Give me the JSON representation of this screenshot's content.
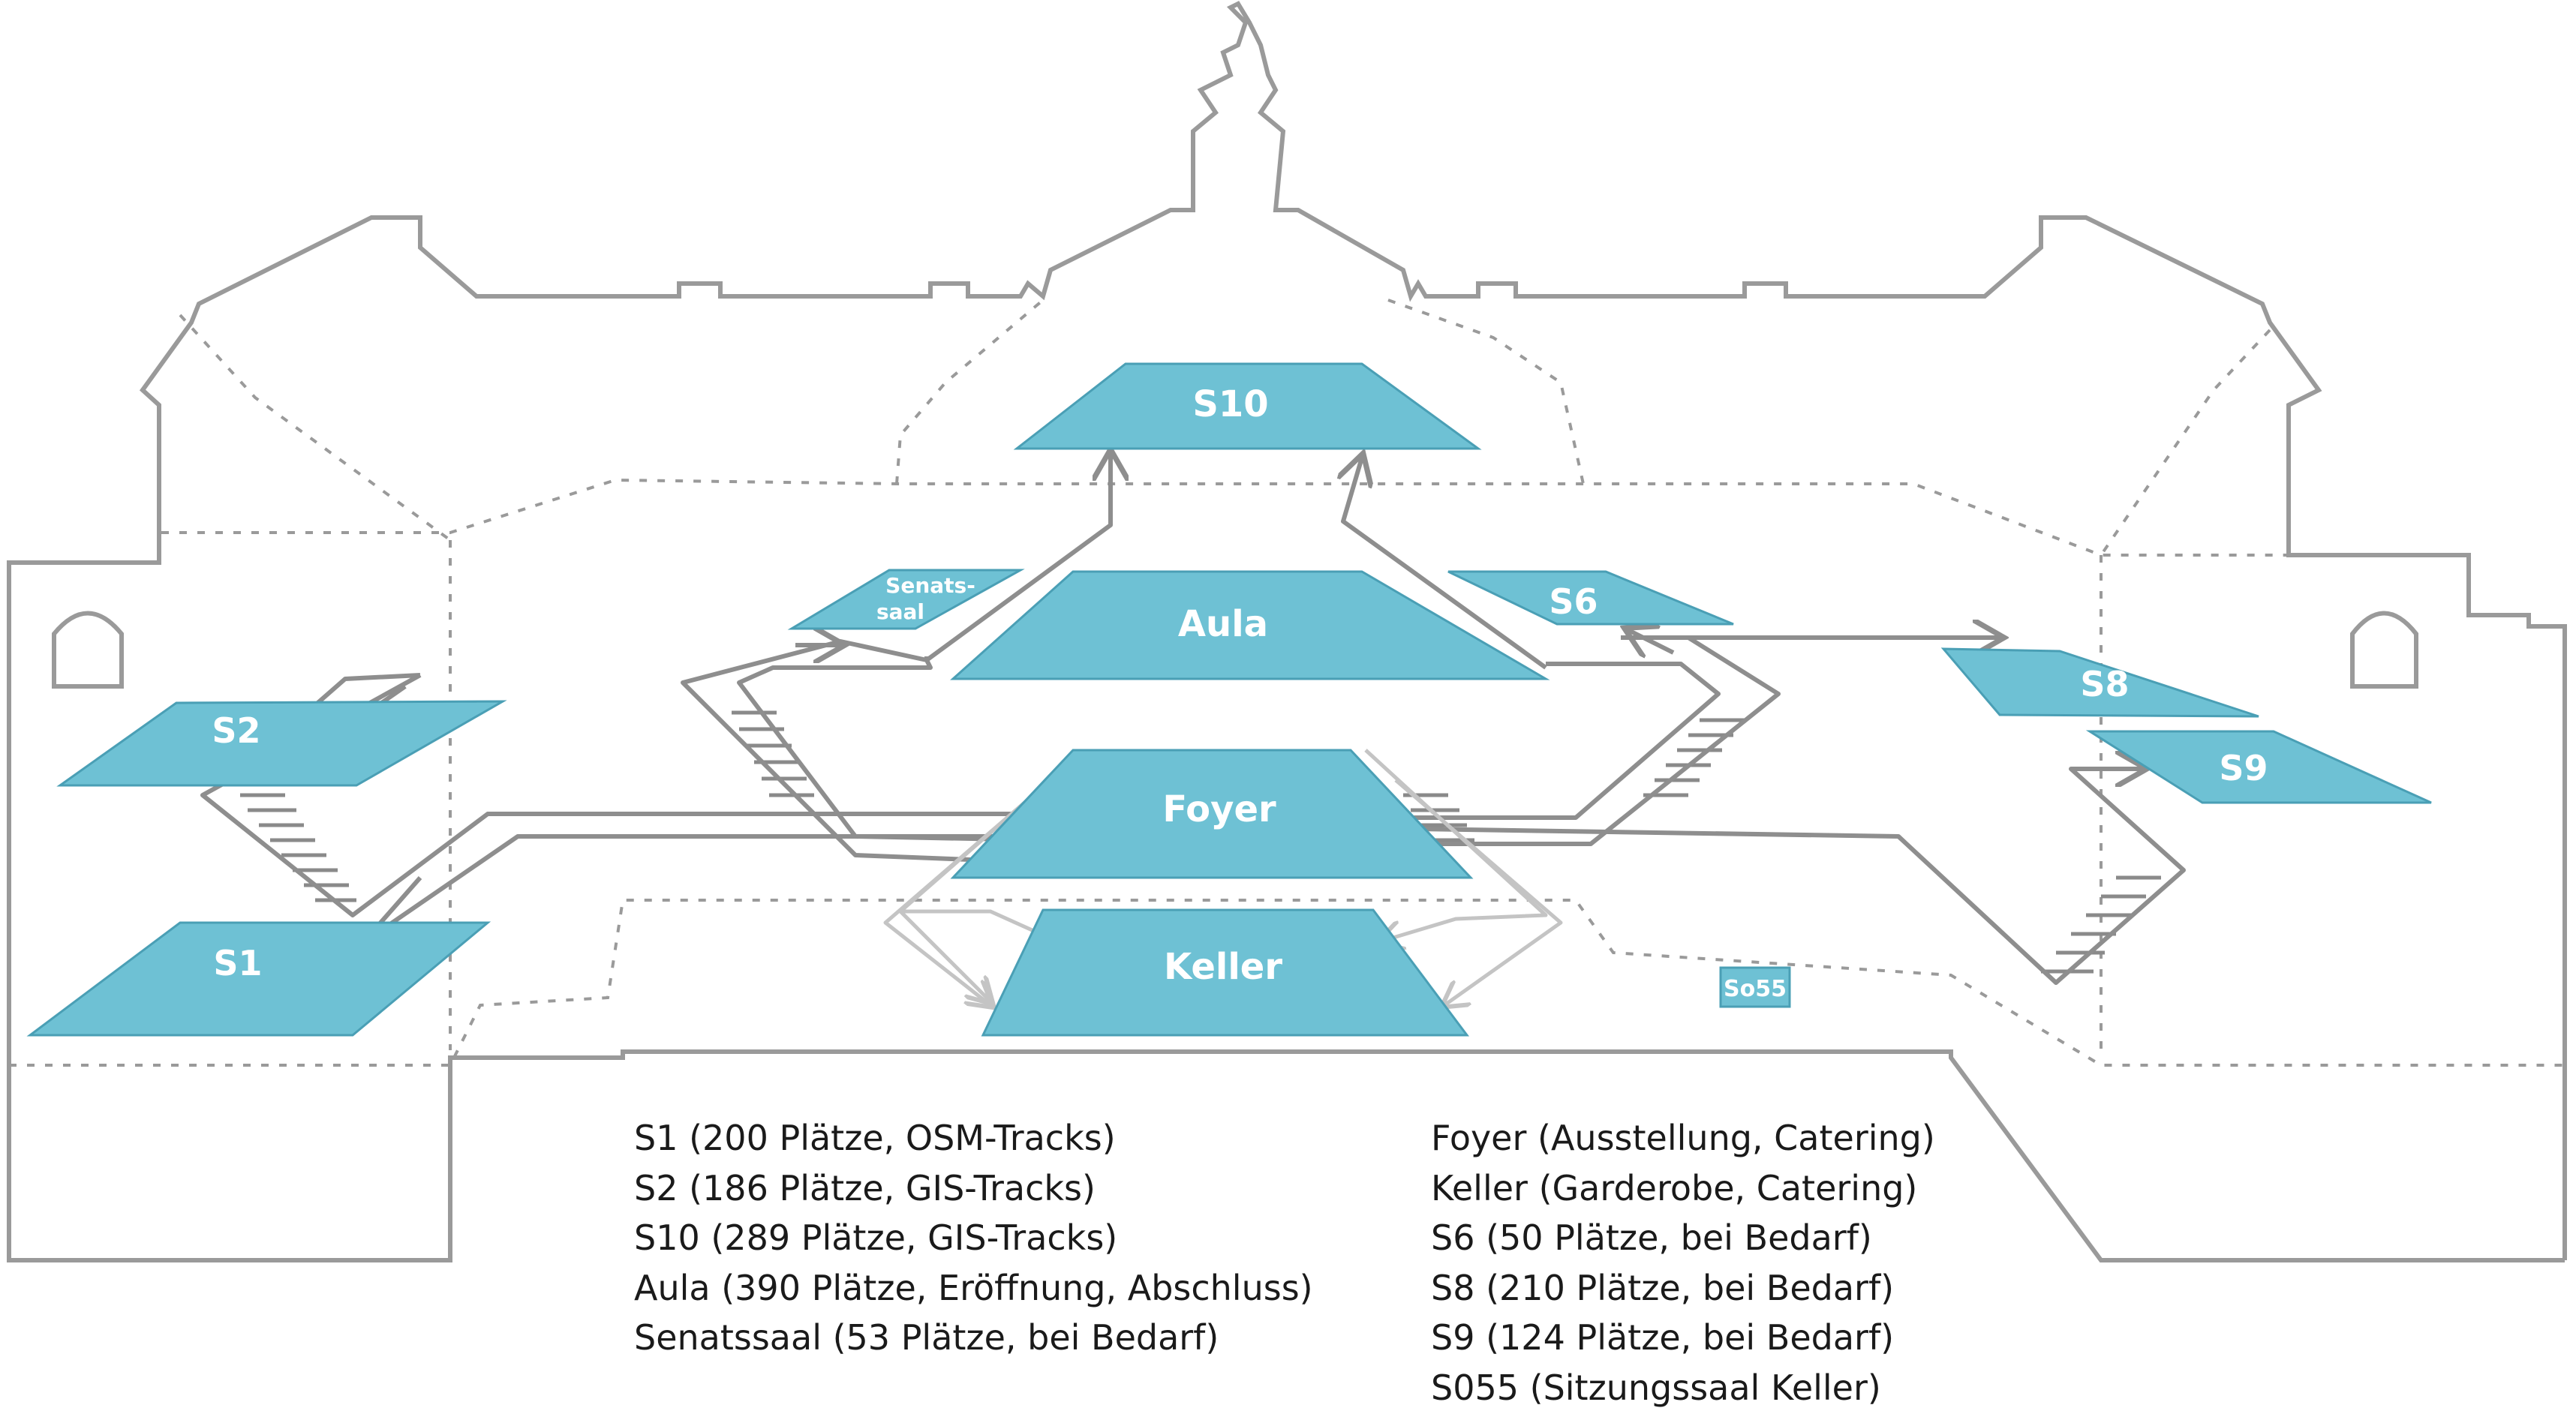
{
  "rooms": {
    "s10": "S10",
    "aula": "Aula",
    "senatssaal_line1": "Senats-",
    "senatssaal_line2": "saal",
    "s6": "S6",
    "s8": "S8",
    "s9": "S9",
    "s2": "S2",
    "s1": "S1",
    "foyer": "Foyer",
    "keller": "Keller",
    "so55": "So55"
  },
  "legend_left": [
    "S1 (200 Plätze, OSM-Tracks)",
    "S2 (186 Plätze, GIS-Tracks)",
    "S10 (289 Plätze, GIS-Tracks)",
    "Aula (390 Plätze, Eröffnung, Abschluss)",
    "Senatssaal (53 Plätze, bei Bedarf)"
  ],
  "legend_right": [
    "Foyer (Ausstellung, Catering)",
    "Keller (Garderobe, Catering)",
    "S6 (50 Plätze, bei Bedarf)",
    "S8 (210 Plätze, bei Bedarf)",
    "S9 (124 Plätze, bei Bedarf)",
    "S055 (Sitzungssaal Keller)"
  ],
  "colors": {
    "room_fill": "#6ec1d4",
    "outline": "#9a9a9a",
    "path": "#8e8e8e",
    "path_light": "#c4c4c4",
    "text": "#1a1a1a"
  }
}
